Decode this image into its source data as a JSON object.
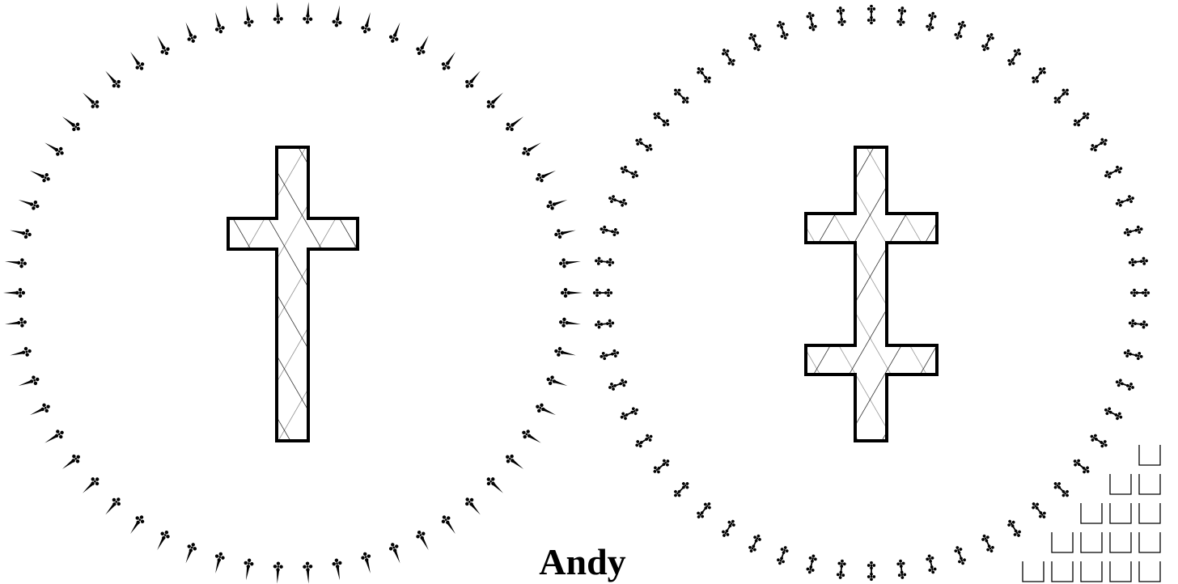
{
  "caption": "Andy",
  "left_emblem": {
    "cross": "latin-cross",
    "ring_ornament": "tailed-quatrefoil-dagger",
    "ring_count": 58
  },
  "right_emblem": {
    "cross": "cross-of-lorraine",
    "ring_ornament": "double-quatrefoil",
    "ring_count": 56
  },
  "corner_boxes": {
    "row_counts": [
      1,
      2,
      3,
      4,
      5
    ]
  },
  "colors": {
    "ink": "#000000",
    "background": "#ffffff"
  }
}
